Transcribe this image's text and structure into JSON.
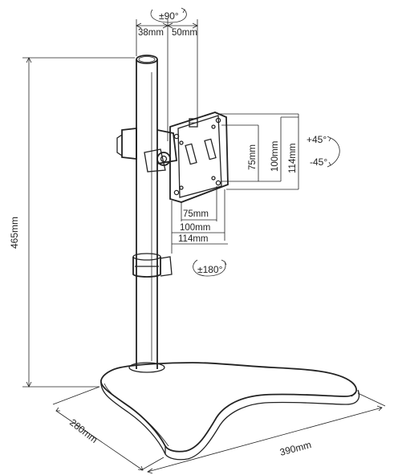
{
  "dimensions": {
    "rotate_top": "±90°",
    "offset_left": "38mm",
    "offset_right": "50mm",
    "height_total": "465mm",
    "vesa_v_75": "75mm",
    "vesa_v_100": "100mm",
    "vesa_v_114": "114mm",
    "vesa_h_75": "75mm",
    "vesa_h_100": "100mm",
    "vesa_h_114": "114mm",
    "tilt_up": "+45°",
    "tilt_down": "-45°",
    "swivel": "±180°",
    "base_depth": "280mm",
    "base_width": "390mm"
  },
  "colors": {
    "line": "#222222",
    "background": "#ffffff"
  }
}
